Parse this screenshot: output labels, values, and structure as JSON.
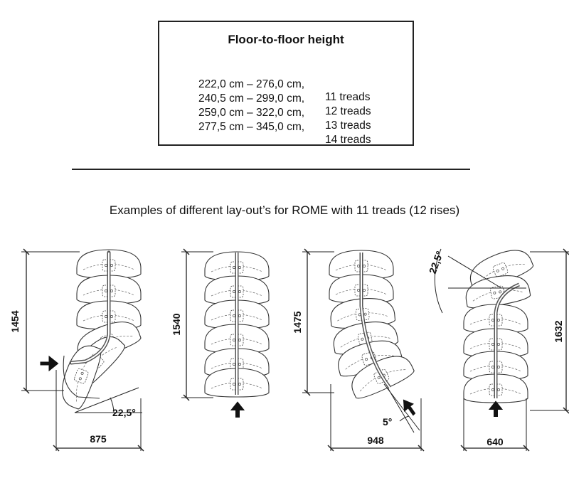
{
  "box": {
    "title": "Floor-to-floor height",
    "rows": [
      {
        "range": "222,0 cm – 276,0 cm,",
        "treads": "11 treads"
      },
      {
        "range": "240,5 cm – 299,0 cm,",
        "treads": "12 treads"
      },
      {
        "range": "259,0 cm – 322,0 cm,",
        "treads": "13 treads"
      },
      {
        "range": "277,5 cm – 345,0 cm,",
        "treads": "14 treads"
      }
    ]
  },
  "subtitle": "Examples of different lay-out’s for ROME with 11 treads (12 rises)",
  "layouts": [
    {
      "height": "1454",
      "width": "875",
      "angle": "22,5°"
    },
    {
      "height": "1540"
    },
    {
      "height": "1475",
      "width": "948",
      "angle": "5°"
    },
    {
      "height": "1632",
      "width": "640",
      "angle": "22,5°"
    }
  ]
}
